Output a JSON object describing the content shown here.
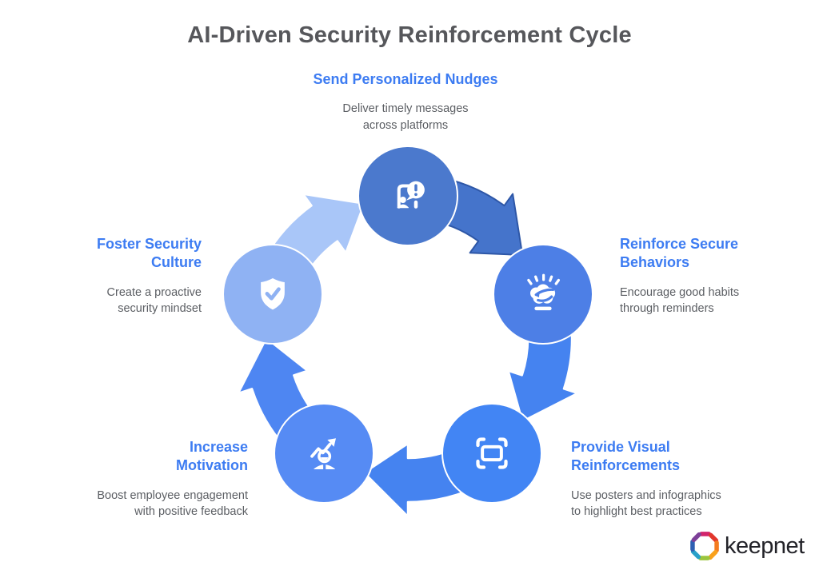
{
  "title": "AI-Driven Security Reinforcement Cycle",
  "colors": {
    "heading": "#3d7cf2",
    "title": "#56575b",
    "body": "#5b5e63",
    "logo_text": "#222228"
  },
  "stages": [
    {
      "name": "send-personalized-nudges",
      "label": "Send Personalized Nudges",
      "description": "Deliver timely messages\nacross platforms",
      "icon": "person-alert-speech-bubble-icon",
      "circle_color": "#4b79cd",
      "arrow_color": "#4574cb",
      "arrow_outline": "#2e57a7"
    },
    {
      "name": "reinforce-secure-behaviors",
      "label": "Reinforce Secure\nBehaviors",
      "description": "Encourage good habits\nthrough reminders",
      "icon": "brain-sparks-icon",
      "circle_color": "#4d7fe6",
      "arrow_color": "#4583f0",
      "arrow_outline": "#ffffff"
    },
    {
      "name": "provide-visual-reinforcements",
      "label": "Provide Visual\nReinforcements",
      "description": "Use posters and infographics\nto highlight best practices",
      "icon": "screen-frame-icon",
      "circle_color": "#4285f4",
      "arrow_color": "#4583f0",
      "arrow_outline": "#ffffff"
    },
    {
      "name": "increase-motivation",
      "label": "Increase\nMotivation",
      "description": "Boost employee engagement\nwith positive feedback",
      "icon": "person-growth-arrow-icon",
      "circle_color": "#568bf4",
      "arrow_color": "#4e86f2",
      "arrow_outline": "#ffffff"
    },
    {
      "name": "foster-security-culture",
      "label": "Foster Security\nCulture",
      "description": "Create a proactive\nsecurity mindset",
      "icon": "shield-check-icon",
      "circle_color": "#8fb2f3",
      "arrow_color": "#a9c6f8",
      "arrow_outline": "#ffffff"
    }
  ],
  "logo": {
    "text": "keepnet",
    "blade_colors": [
      "#d2246c",
      "#e2362c",
      "#f47b20",
      "#f9a11c",
      "#9bc53d",
      "#28a0c9",
      "#2e5fb3",
      "#7d3f98"
    ]
  }
}
